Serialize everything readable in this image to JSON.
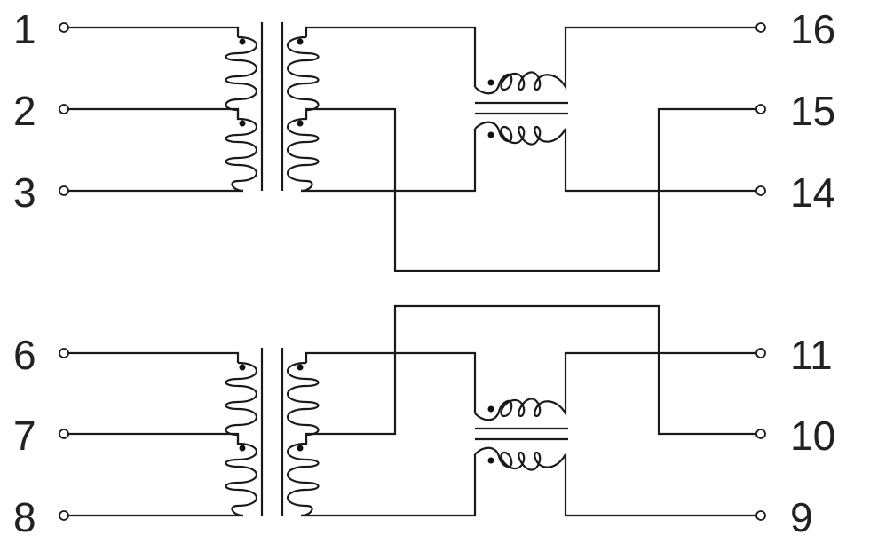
{
  "pins": {
    "p1": "1",
    "p2": "2",
    "p3": "3",
    "p6": "6",
    "p7": "7",
    "p8": "8",
    "p16": "16",
    "p15": "15",
    "p14": "14",
    "p11": "11",
    "p10": "10",
    "p9": "9"
  },
  "colors": {
    "line": "#1a1a1a",
    "text": "#222222",
    "background": "#ffffff"
  }
}
